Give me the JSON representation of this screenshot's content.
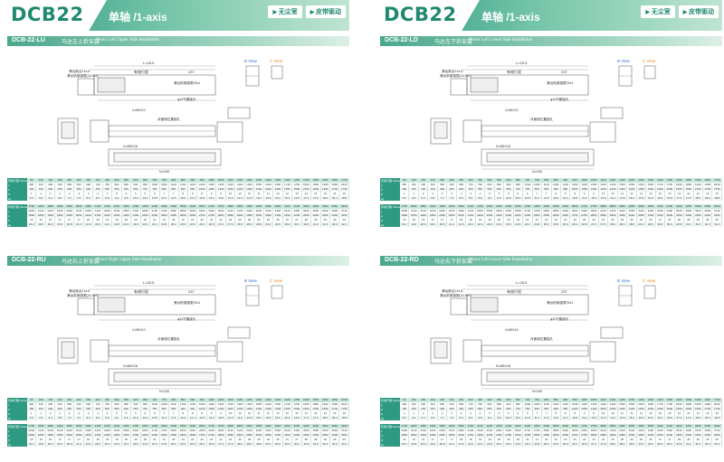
{
  "pages": [
    {
      "model": "DCB22",
      "axis": "单轴 /1-axis",
      "tags": [
        "无尘室",
        "皮带驱动"
      ],
      "sections": [
        {
          "code": "DCB-22-LU",
          "cn": "马达左上折安装",
          "en": "Motor Left Upper Side Installation",
          "labels": {
            "stroke": "有效行程",
            "length": "L=18.5",
            "dim237": "237",
            "origin": "滑台原点214.6",
            "home_pos": "滑台机械极限(34.5±1)",
            "limit": "滑台机械极限78±1",
            "bview": "B View",
            "cview": "C View",
            "air": "φ11气管接头",
            "coupling": "对面相位置接孔",
            "screws": "4-M5X10",
            "mount": "N-M5X16",
            "bottom": "N×200"
          }
        },
        {
          "code": "DCB-22-RU",
          "cn": "马达右上折安装",
          "en": "Motor Right Upper Side Installation",
          "labels": {
            "stroke": "有效行程",
            "length": "L=33.5",
            "dim237": "237",
            "origin": "滑台原点214.6",
            "home_pos": "滑台机械极限(34.5±1)",
            "limit": "滑台机械极限78±1",
            "bview": "B View",
            "cview": "C View",
            "air": "φ11气管接头",
            "coupling": "对面相位置接孔",
            "screws": "4-M5X10",
            "mount": "N-M5X16",
            "bottom": "N×200"
          }
        }
      ]
    },
    {
      "model": "DCB22",
      "axis": "单轴 /1-axis",
      "tags": [
        "无尘室",
        "皮带驱动"
      ],
      "sections": [
        {
          "code": "DCB-22-LD",
          "cn": "马达左下折安装",
          "en": "Motor Left Lower Side Installation",
          "labels": {
            "stroke": "有效行程",
            "length": "L=33.5",
            "dim237": "237",
            "origin": "滑台原点214.6",
            "home_pos": "滑台机械极限(34.5±1)",
            "limit": "滑台机械极限78±1",
            "bview": "B View",
            "cview": "C View",
            "air": "φ11气管接头",
            "coupling": "对面相位置接孔",
            "screws": "4-M5X10",
            "mount": "N-M5X16",
            "bottom": "N×200"
          }
        },
        {
          "code": "DCB-22-RD",
          "cn": "马达右下折安装",
          "en": "Motor Left Lower Side Installation",
          "labels": {
            "stroke": "有效行程",
            "length": "L=33.5",
            "dim237": "237",
            "origin": "滑台原点214.6",
            "home_pos": "滑台机械极限(34.5±1)",
            "limit": "滑台机械极限78±1",
            "bview": "B View",
            "cview": "C View",
            "air": "φ11气管接头",
            "coupling": "对面相位置接孔",
            "screws": "4-M5X10",
            "mount": "N-M5X16",
            "bottom": "N×200"
          }
        }
      ]
    }
  ],
  "table": {
    "head_label": "有效行程 Stroke",
    "strokes": [
      "50",
      "100",
      "150",
      "200",
      "250",
      "300",
      "350",
      "400",
      "450",
      "500",
      "550",
      "600",
      "650",
      "700",
      "750",
      "800",
      "850",
      "900",
      "950",
      "1000",
      "1050",
      "1100",
      "1150",
      "1200",
      "1250",
      "1300",
      "1350",
      "1400",
      "1450",
      "1500",
      "1550",
      "1600",
      "1650",
      "1700"
    ],
    "rows": [
      {
        "label": "L",
        "values": [
          "390",
          "440",
          "490",
          "540",
          "590",
          "640",
          "690",
          "740",
          "790",
          "840",
          "890",
          "940",
          "990",
          "1040",
          "1090",
          "1140",
          "1190",
          "1240",
          "1290",
          "1340",
          "1390",
          "1440",
          "1490",
          "1540",
          "1590",
          "1640",
          "1690",
          "1740",
          "1790",
          "1840",
          "1890",
          "1940",
          "1990",
          "2040"
        ]
      },
      {
        "label": "A",
        "values": [
          "100",
          "150",
          "200",
          "250",
          "300",
          "350",
          "400",
          "450",
          "500",
          "550",
          "600",
          "650",
          "700",
          "750",
          "800",
          "850",
          "900",
          "950",
          "1000",
          "1050",
          "1100",
          "1150",
          "1200",
          "1250",
          "1300",
          "1350",
          "1400",
          "1450",
          "1500",
          "1550",
          "1600",
          "1650",
          "1700",
          "1750"
        ]
      },
      {
        "label": "N",
        "values": [
          "1",
          "1",
          "2",
          "2",
          "2",
          "3",
          "3",
          "4",
          "4",
          "5",
          "5",
          "5",
          "6",
          "6",
          "7",
          "7",
          "8",
          "8",
          "8",
          "9",
          "9",
          "10",
          "10",
          "11",
          "11",
          "11",
          "12",
          "12",
          "13",
          "13",
          "14",
          "14",
          "14",
          "15"
        ]
      },
      {
        "label": "kg",
        "values": [
          "5.6",
          "6.0",
          "6.4",
          "6.8",
          "7.2",
          "7.6",
          "8.0",
          "8.4",
          "8.8",
          "9.2",
          "9.6",
          "10.0",
          "10.4",
          "10.8",
          "11.2",
          "11.6",
          "12.0",
          "12.4",
          "12.8",
          "13.2",
          "13.6",
          "14.0",
          "14.4",
          "14.8",
          "15.2",
          "15.6",
          "16.0",
          "16.4",
          "16.8",
          "17.2",
          "17.6",
          "18.0",
          "18.4",
          "18.8"
        ]
      }
    ],
    "strokes2": [
      "1750",
      "1800",
      "1850",
      "1900",
      "1950",
      "2000",
      "2050",
      "2100",
      "2150",
      "2200",
      "2250",
      "2300",
      "2350",
      "2400",
      "2450",
      "2500",
      "2550",
      "2600",
      "2650",
      "2700",
      "2750",
      "2800",
      "2850",
      "2900",
      "2950",
      "3000",
      "3050",
      "3100",
      "3150",
      "3200",
      "3250",
      "3300",
      "3350",
      "3400"
    ],
    "rows2": [
      {
        "label": "L",
        "values": [
          "2090",
          "2140",
          "2190",
          "2240",
          "2290",
          "2340",
          "2390",
          "2440",
          "2490",
          "2540",
          "2590",
          "2640",
          "2690",
          "2740",
          "2790",
          "2840",
          "2890",
          "2940",
          "2990",
          "3040",
          "3090",
          "3140",
          "3190",
          "3240",
          "3290",
          "3340",
          "3390",
          "3440",
          "3490",
          "3540",
          "3590",
          "3640",
          "3690",
          "3740"
        ]
      },
      {
        "label": "A",
        "values": [
          "1800",
          "1850",
          "1900",
          "1950",
          "2000",
          "2050",
          "2100",
          "2150",
          "2200",
          "2250",
          "2300",
          "2350",
          "2400",
          "2450",
          "2500",
          "2550",
          "2600",
          "2650",
          "2700",
          "2750",
          "2800",
          "2850",
          "2900",
          "2950",
          "3000",
          "3050",
          "3100",
          "3150",
          "3200",
          "3250",
          "3300",
          "3350",
          "3400",
          "3450"
        ]
      },
      {
        "label": "N",
        "values": [
          "15",
          "16",
          "16",
          "17",
          "17",
          "17",
          "18",
          "18",
          "19",
          "19",
          "20",
          "20",
          "20",
          "21",
          "21",
          "22",
          "22",
          "23",
          "23",
          "23",
          "24",
          "24",
          "25",
          "25",
          "26",
          "26",
          "26",
          "27",
          "27",
          "28",
          "28",
          "29",
          "29",
          "29"
        ]
      },
      {
        "label": "kg",
        "values": [
          "19.2",
          "19.6",
          "20.0",
          "20.4",
          "20.8",
          "21.2",
          "21.6",
          "22.0",
          "22.4",
          "22.8",
          "23.2",
          "23.6",
          "24.0",
          "24.4",
          "24.8",
          "25.2",
          "25.6",
          "26.0",
          "26.4",
          "26.8",
          "27.2",
          "27.6",
          "28.0",
          "28.4",
          "28.8",
          "29.2",
          "29.6",
          "30.0",
          "30.4",
          "30.8",
          "31.2",
          "31.6",
          "32.0",
          "32.4"
        ]
      }
    ]
  }
}
